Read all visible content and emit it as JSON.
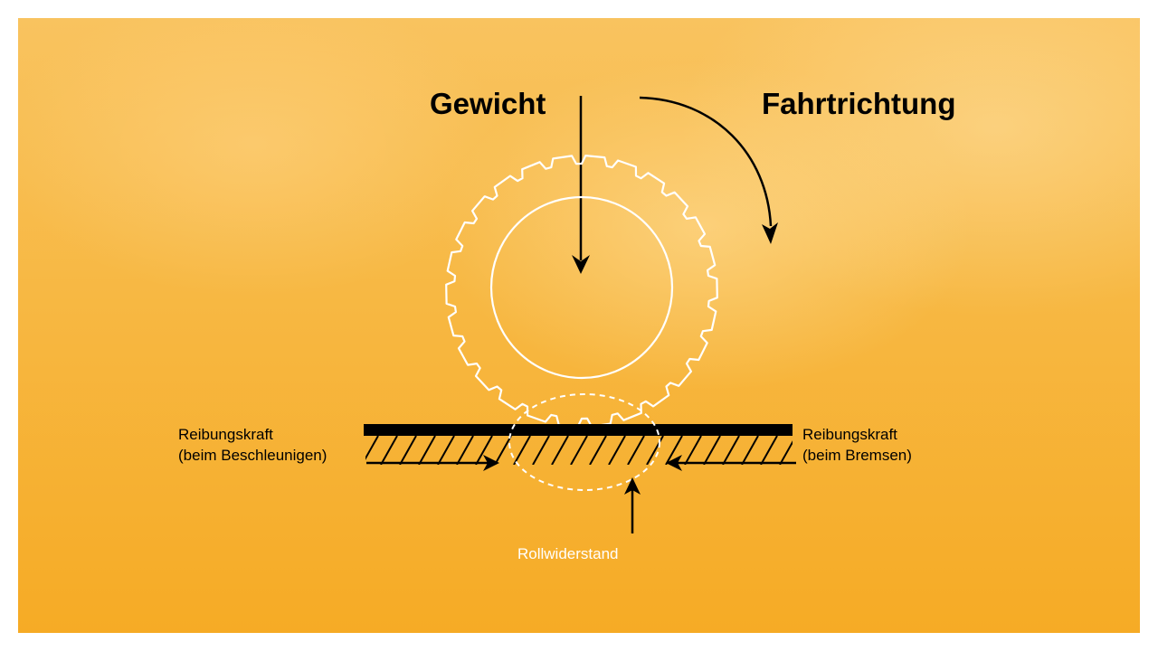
{
  "labels": {
    "weight": "Gewicht",
    "direction": "Fahrtrichtung",
    "friction_accel_line1": "Reibungskraft",
    "friction_accel_line2": "(beim Beschleunigen)",
    "friction_brake_line1": "Reibungskraft",
    "friction_brake_line2": "(beim Bremsen)",
    "rolling_resistance": "Rollwiderstand"
  },
  "colors": {
    "background_top": "#f9c35f",
    "background_bottom": "#f6ab25",
    "tire_outline": "#ffffff",
    "arrows": "#000000",
    "road": "#000000"
  }
}
